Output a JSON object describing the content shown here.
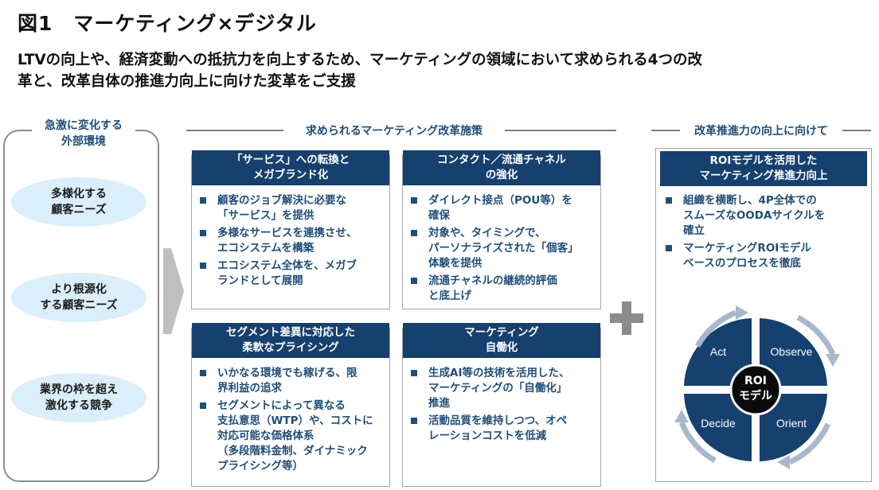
{
  "header": {
    "title": "図1　マーケティング×デジタル",
    "subtitle_line1": "LTVの向上や、経済変動への抵抗力を向上するため、マーケティングの領域において求められる4つの改",
    "subtitle_line2": "革と、改革自体の推進力向上に向けた変革をご支援"
  },
  "left": {
    "heading_line1": "急激に変化する",
    "heading_line2": "外部環境",
    "items": [
      "多様化する\n顧客ニーズ",
      "より根源化\nする顧客ニーズ",
      "業界の枠を超え\n激化する競争"
    ]
  },
  "middle": {
    "heading": "求められるマーケティング改革施策",
    "boxes": [
      {
        "title": "「サービス」への転換と\nメガブランド化",
        "bullets": [
          "顧客のジョブ解決に必要な\n「サービス」を提供",
          "多様なサービスを連携させ、\nエコシステムを構築",
          "エコシステム全体を、メガブ\nランドとして展開"
        ]
      },
      {
        "title": "コンタクト／流通チャネル\nの強化",
        "bullets": [
          "ダイレクト接点（POU等）を\n確保",
          "対象や、タイミングで、\nパーソナライズされた「個客」\n体験を提供",
          "流通チャネルの継続的評価\nと底上げ"
        ]
      },
      {
        "title": "セグメント差異に対応した\n柔軟なプライシング",
        "bullets": [
          "いかなる環境でも稼げる、限\n界利益の追求",
          "セグメントによって異なる\n支払意思（WTP）や、コストに\n対応可能な価格体系\n（多段階料金制、ダイナミック\nプライシング等）"
        ]
      },
      {
        "title": "マーケティング\n自働化",
        "bullets": [
          "生成AI等の技術を活用した、\nマーケティングの「自働化」\n推進",
          "活動品質を維持しつつ、オペ\nレーションコストを低減"
        ]
      }
    ]
  },
  "right": {
    "heading": "改革推進力の向上に向けて",
    "box_title": "ROIモデルを活用した\nマーケティング推進力向上",
    "bullets": [
      "組織を横断し、4P全体での\nスムーズなOODAサイクルを\n確立",
      "マーケティングROIモデル\nベースのプロセスを徹底"
    ],
    "cycle": {
      "center_line1": "ROI",
      "center_line2": "モデル",
      "quadrants": [
        "Act",
        "Observe",
        "Decide",
        "Orient"
      ]
    }
  },
  "colors": {
    "navy": "#16406e",
    "text_blue": "#1f4e79",
    "light_blue": "#dbeefb",
    "gray": "#8c8c8c"
  }
}
